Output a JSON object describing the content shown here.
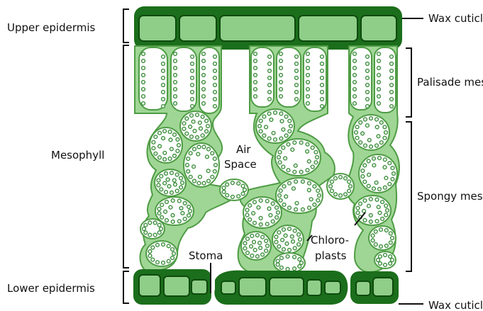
{
  "labels": {
    "upper_epidermis": "Upper epidermis",
    "mesophyll": "Mesophyll",
    "lower_epidermis": "Lower epidermis",
    "wax_cuticle_top": "Wax cuticle",
    "palisade": "Palisade mesophyll",
    "spongy": "Spongy mesophyll",
    "wax_cuticle_bottom": "Wax cuticle",
    "air_space_line1": "Air",
    "air_space_line2": "Space",
    "stoma": "Stoma",
    "chloroplasts_line1": "Chloro-",
    "chloroplasts_line2": "plasts"
  },
  "colors": {
    "cuticle": "#1b6e1b",
    "epidermis_cell": "#8fce88",
    "cell_fill": "#ffffff",
    "cell_wall": "#9fd695",
    "cell_outline": "#4f9c45",
    "chloroplast": "#3e8f3e",
    "line": "#111111"
  }
}
